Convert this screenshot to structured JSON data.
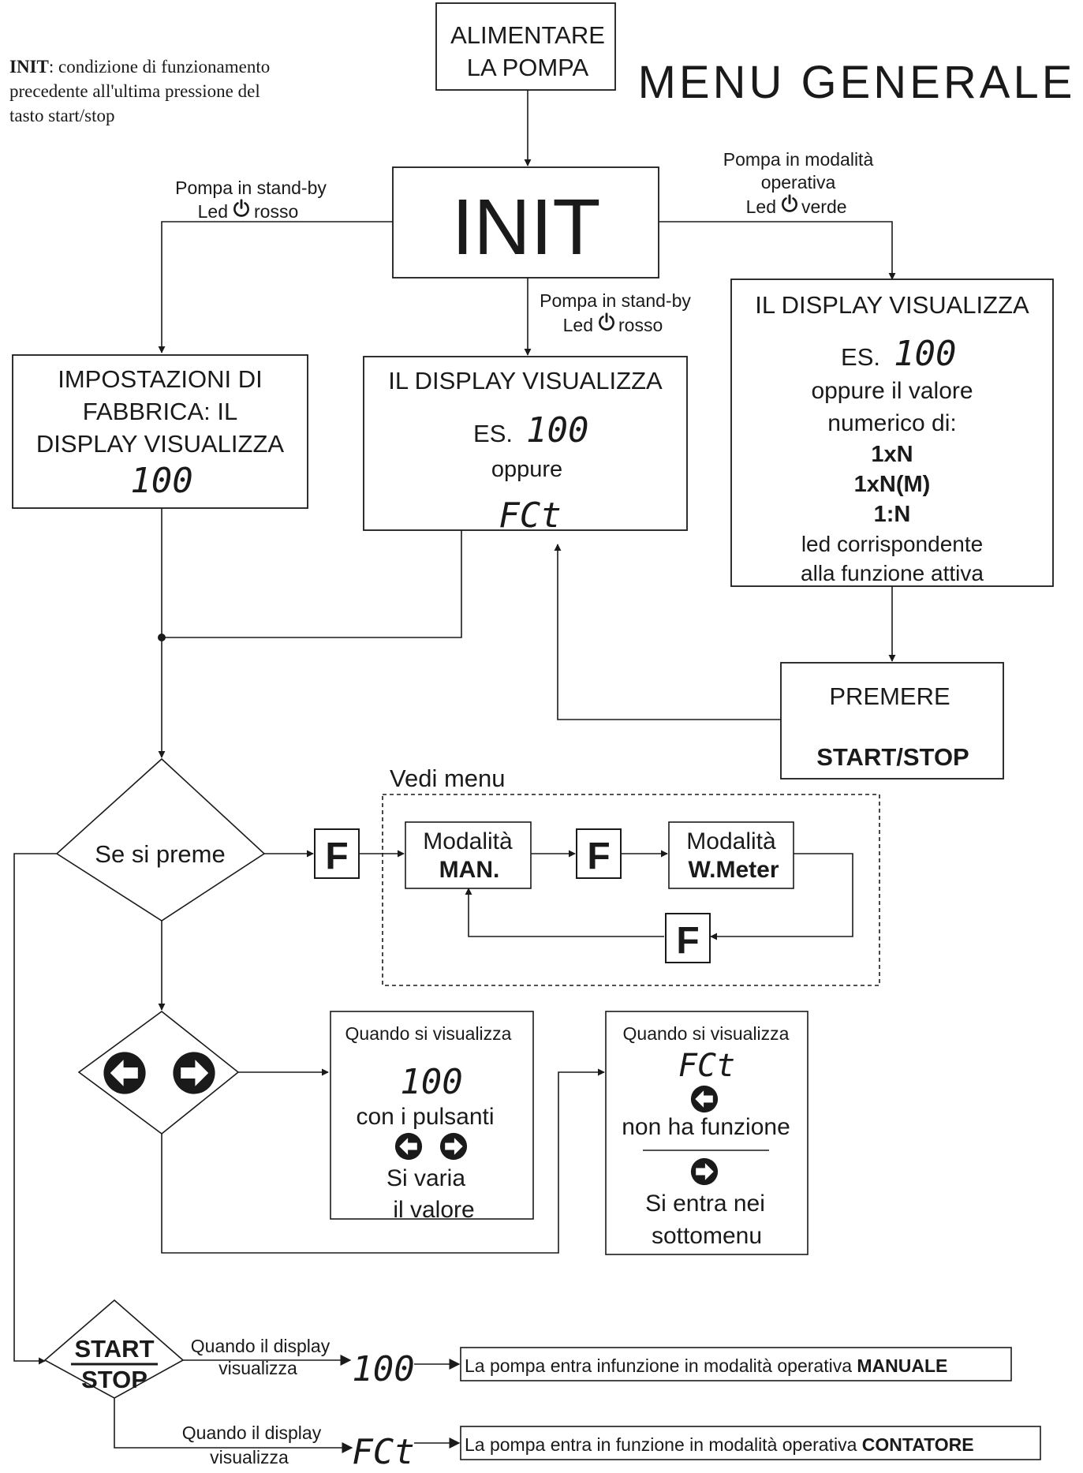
{
  "title": "MENU GENERALE",
  "note": {
    "term": "INIT",
    "line1": ": condizione di funzionamento",
    "line2": "precedente all'ultima pressione del",
    "line3": "tasto start/stop"
  },
  "power_box": {
    "line1": "ALIMENTARE",
    "line2": "LA POMPA"
  },
  "init_box": {
    "label": "INIT"
  },
  "left_branch": {
    "line1": "Pompa in stand-by",
    "led": "Led",
    "color": "rosso"
  },
  "middle_branch": {
    "line1": "Pompa in stand-by",
    "led": "Led",
    "color": "rosso"
  },
  "right_branch": {
    "line1": "Pompa in modalità",
    "line2": "operativa",
    "led": "Led",
    "color": "verde"
  },
  "factory_box": {
    "line1": "IMPOSTAZIONI DI",
    "line2": "FABBRICA: IL",
    "line3": "DISPLAY VISUALIZZA",
    "display": "100"
  },
  "standby_display_box": {
    "heading": "IL DISPLAY VISUALIZZA",
    "example_prefix": "ES.",
    "example_value": "100",
    "or": "oppure",
    "alt_value": "FCt"
  },
  "operative_display_box": {
    "heading": "IL DISPLAY VISUALIZZA",
    "example_prefix": "ES.",
    "example_value": "100",
    "line1": "oppure il valore",
    "line2": "numerico di:",
    "opt1": "1xN",
    "opt2": "1xN(M)",
    "opt3": "1:N",
    "line3": "led corrispondente",
    "line4": "alla funzione attiva"
  },
  "press_box": {
    "line1": "PREMERE",
    "line2": "START/STOP"
  },
  "decision_press": {
    "label": "Se si preme"
  },
  "f_key": "F",
  "see_menu": "Vedi menu",
  "mode_man": {
    "line1": "Modalità",
    "line2": "MAN."
  },
  "mode_wmeter": {
    "line1": "Modalità",
    "line2": "W.Meter"
  },
  "arrows_box_value": {
    "line1": "Quando si visualizza",
    "display": "100",
    "line2": "con i pulsanti",
    "line3": "Si varia",
    "line4": "il valore"
  },
  "arrows_box_fct": {
    "line1": "Quando si visualizza",
    "display": "FCt",
    "line2": "non ha funzione",
    "line3": "Si entra nei",
    "line4": "sottomenu"
  },
  "start_stop": {
    "top": "START",
    "bottom": "STOP"
  },
  "when_display_1": {
    "line1": "Quando il display",
    "line2": "visualizza",
    "display": "100"
  },
  "when_display_2": {
    "line1": "Quando il display",
    "line2": "visualizza",
    "display": "FCt"
  },
  "result_manual": {
    "text": "La pompa entra infunzione in modalità operativa ",
    "bold": "MANUALE"
  },
  "result_counter": {
    "text": "La pompa entra in funzione in modalità operativa ",
    "bold": "CONTATORE"
  },
  "colors": {
    "line": "#1a1a1a",
    "background": "#ffffff"
  },
  "icons": [
    "power-icon",
    "left-arrow-key-icon",
    "right-arrow-key-icon"
  ]
}
